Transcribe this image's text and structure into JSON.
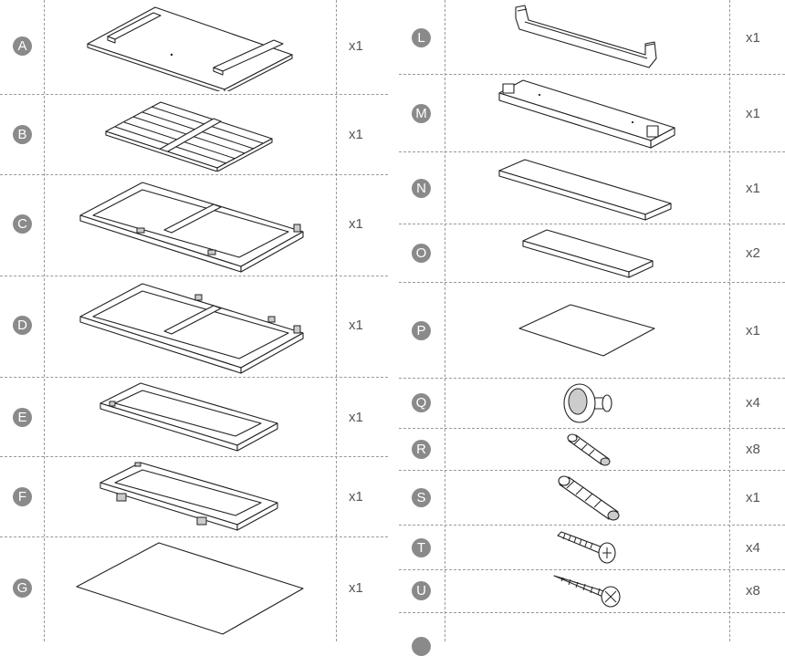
{
  "parts": {
    "A": {
      "letter": "A",
      "qty": "x1"
    },
    "B": {
      "letter": "B",
      "qty": "x1"
    },
    "C": {
      "letter": "C",
      "qty": "x1"
    },
    "D": {
      "letter": "D",
      "qty": "x1"
    },
    "E": {
      "letter": "E",
      "qty": "x1"
    },
    "F": {
      "letter": "F",
      "qty": "x1"
    },
    "G": {
      "letter": "G",
      "qty": "x1"
    },
    "L": {
      "letter": "L",
      "qty": "x1"
    },
    "M": {
      "letter": "M",
      "qty": "x1"
    },
    "N": {
      "letter": "N",
      "qty": "x1"
    },
    "O": {
      "letter": "O",
      "qty": "x2"
    },
    "P": {
      "letter": "P",
      "qty": "x1"
    },
    "Q": {
      "letter": "Q",
      "qty": "x4"
    },
    "R": {
      "letter": "R",
      "qty": "x8"
    },
    "S": {
      "letter": "S",
      "qty": "x1"
    },
    "T": {
      "letter": "T",
      "qty": "x4"
    },
    "U": {
      "letter": "U",
      "qty": "x8"
    }
  },
  "icons": {
    "A": "top-panel-icon",
    "B": "slatted-shelf-icon",
    "C": "frame-icon",
    "D": "frame-icon",
    "E": "door-frame-icon",
    "F": "door-frame-with-hinges-icon",
    "G": "back-panel-icon",
    "L": "handle-icon",
    "M": "rail-icon",
    "N": "board-icon",
    "O": "short-board-icon",
    "P": "panel-icon",
    "Q": "knob-icon",
    "R": "dowel-icon",
    "S": "dowel-icon",
    "T": "machine-screw-icon",
    "U": "wood-screw-icon"
  }
}
